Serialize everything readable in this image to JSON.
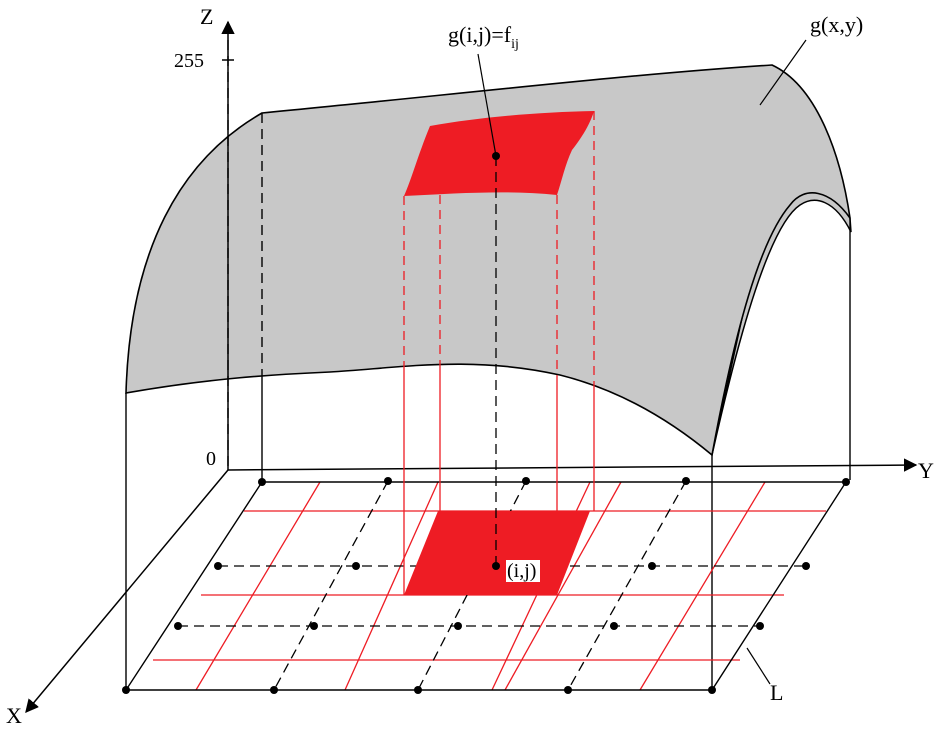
{
  "diagram": {
    "axes": {
      "z_label": "Z",
      "y_label": "Y",
      "x_label": "X",
      "z_max_tick": "255",
      "origin_tick": "0"
    },
    "surface_label": "g(x,y)",
    "sample_label": {
      "prefix": "g(i,j)=f",
      "subscript": "ij"
    },
    "pixel_label": "(i,j)",
    "grid_label": "L",
    "colors": {
      "surface_fill": "#c8c8c8",
      "highlight": "#ee1c24",
      "grid_line": "#ee1c24",
      "ink": "#000000",
      "background": "#ffffff"
    }
  }
}
